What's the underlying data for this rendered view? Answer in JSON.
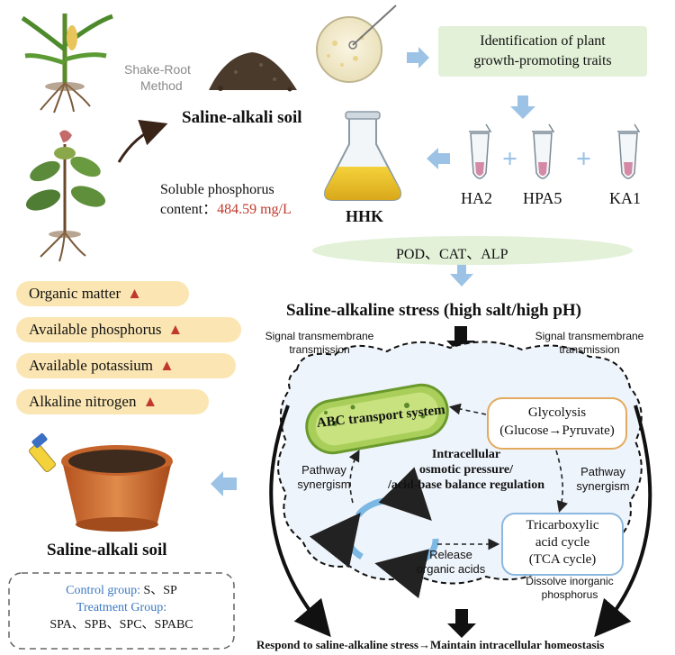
{
  "top": {
    "method_label_line1": "Shake-Root",
    "method_label_line2": "Method",
    "soil_label": "Saline-alkali soil",
    "identification_line1": "Identification of plant",
    "identification_line2": "growth-promoting traits",
    "strain_1": "HA2",
    "strain_2": "HPA5",
    "strain_3": "KA1",
    "plus": "+",
    "consortium": "HHK",
    "phosphorus_line1": "Soluble phosphorus",
    "phosphorus_line2_prefix": "content：",
    "phosphorus_value": "484.59 mg/L",
    "enzymes": "POD、CAT、ALP"
  },
  "soil_effects": {
    "items": [
      {
        "label": "Organic matter"
      },
      {
        "label": "Available phosphorus"
      },
      {
        "label": "Available potassium"
      },
      {
        "label": "Alkaline nitrogen"
      }
    ],
    "up_arrow_color": "#c0392b"
  },
  "pot": {
    "soil_label": "Saline-alkali soil",
    "control_label": "Control group:",
    "control_value": "S、SP",
    "treatment_label": "Treatment Group:",
    "treatment_value": "SPA、SPB、SPC、SPABC"
  },
  "cell": {
    "stress_title": "Saline-alkaline stress (high salt/high pH)",
    "signal_left_line1": "Signal transmembrane",
    "signal_left_line2": "transmission",
    "signal_right_line1": "Signal transmembrane",
    "signal_right_line2": "transmission",
    "abc": "ABC transport system",
    "glycolysis_line1": "Glycolysis",
    "glycolysis_line2": "(Glucose→Pyruvate)",
    "center_line1": "Intracellular",
    "center_line2": "osmotic pressure/",
    "center_line3": "/acid-base balance regulation",
    "pathway_left_line1": "Pathway",
    "pathway_left_line2": "synergism",
    "pathway_right_line1": "Pathway",
    "pathway_right_line2": "synergism",
    "tca_line1": "Tricarboxylic",
    "tca_line2": "acid cycle",
    "tca_line3": "(TCA cycle)",
    "release_line1": "Release",
    "release_line2": "organic acids",
    "dissolve_line1": "Dissolve inorganic",
    "dissolve_line2": "phosphorus",
    "bottom": "Respond to saline-alkaline stress→Maintain intracellular homeostasis"
  },
  "colors": {
    "flow_arrow": "#9cc3e6",
    "pill_bg": "#fbe6b3",
    "green_box": "#e3f1d8",
    "value_red": "#c0392b",
    "group_blue": "#3a78c2"
  }
}
